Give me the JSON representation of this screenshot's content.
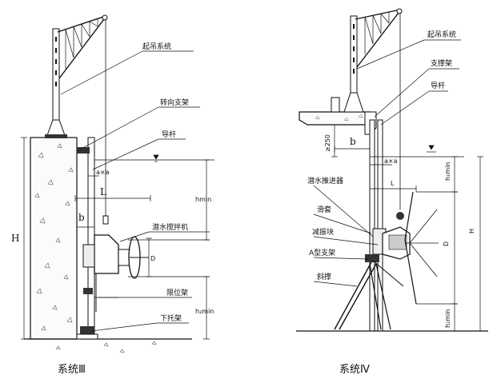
{
  "system3": {
    "caption": "系统Ⅲ",
    "callouts": {
      "lifting": "起吊系统",
      "swivel": "转向支架",
      "guide": "导杆",
      "mixer": "潜水搅拌机",
      "limit": "限位架",
      "lower_bracket": "下托架"
    },
    "dims": {
      "H": "H",
      "L": "L",
      "b": "b",
      "D": "D",
      "a": "a×a",
      "h_min": "hmin",
      "h2_min": "h₂min"
    }
  },
  "system4": {
    "caption": "系统Ⅳ",
    "callouts": {
      "lifting": "起吊系统",
      "support": "支撑架",
      "guide": "导杆",
      "thruster": "潜水推进器",
      "sleeve": "滑套",
      "damper": "减振块",
      "a_frame": "A型支架",
      "brace": "斜撑"
    },
    "dims": {
      "ge250": "≥250",
      "b": "b",
      "a": "a×a",
      "L": "L",
      "D": "D",
      "H": "H",
      "h_min": "h₁min",
      "h2_min": "h₂min"
    }
  }
}
